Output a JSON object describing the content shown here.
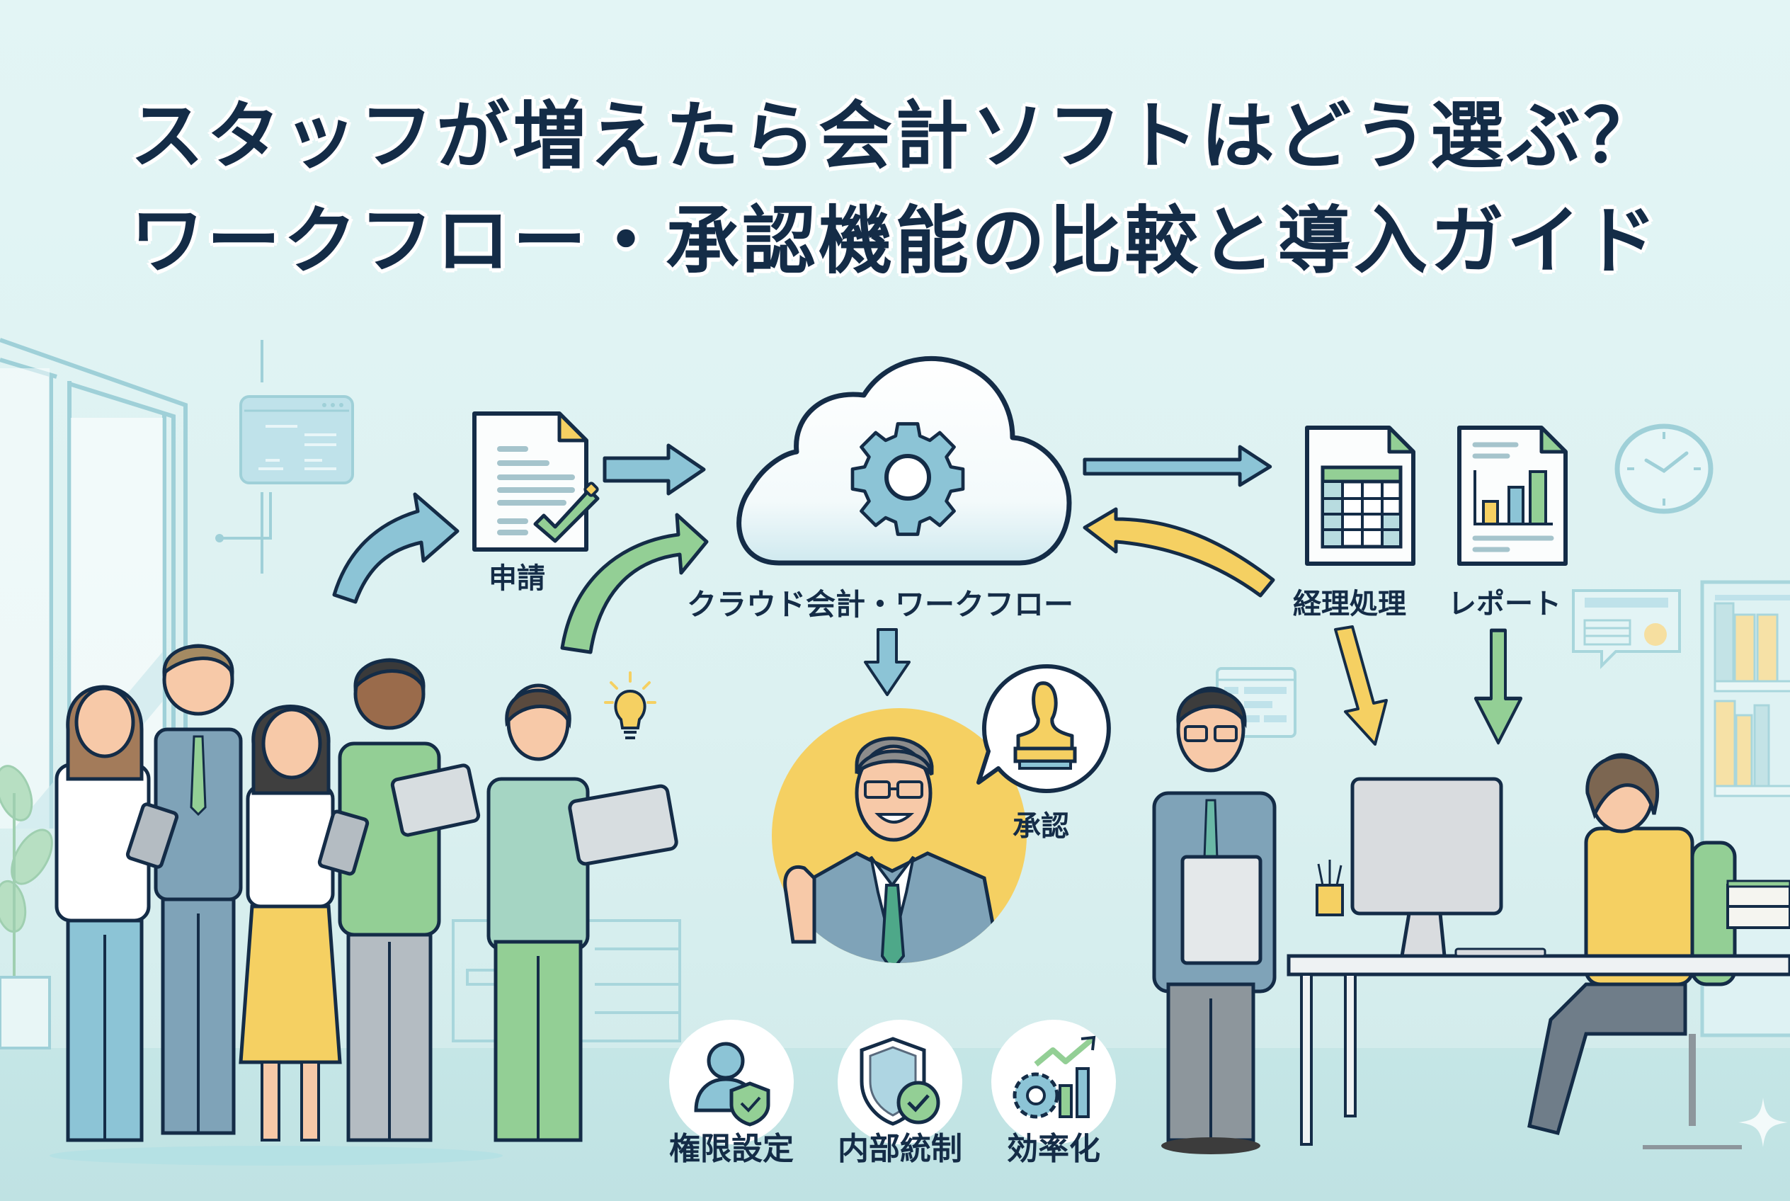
{
  "title": {
    "line1": "スタッフが増えたら会計ソフトはどう選ぶ？",
    "line2": "ワークフロー・承認機能の比較と導入ガイド"
  },
  "flow": {
    "request_label": "申請",
    "cloud_label": "クラウド会計・ワークフロー",
    "approval_label": "承認",
    "accounting_label": "経理処理",
    "report_label": "レポート"
  },
  "features": [
    {
      "label": "権限設定",
      "icon": "user-shield-icon"
    },
    {
      "label": "内部統制",
      "icon": "shield-check-icon"
    },
    {
      "label": "効率化",
      "icon": "gear-growth-chart-icon"
    }
  ],
  "colors": {
    "background": "#e0f4f4",
    "ink": "#142c47",
    "blue": "#8cc4d6",
    "green": "#93cf95",
    "yellow": "#f5d062",
    "white": "#ffffff"
  },
  "scene": {
    "staff_group_count": 5,
    "characters": [
      "staff-group",
      "approver-manager",
      "accountant-standing",
      "accountant-at-desk"
    ]
  }
}
